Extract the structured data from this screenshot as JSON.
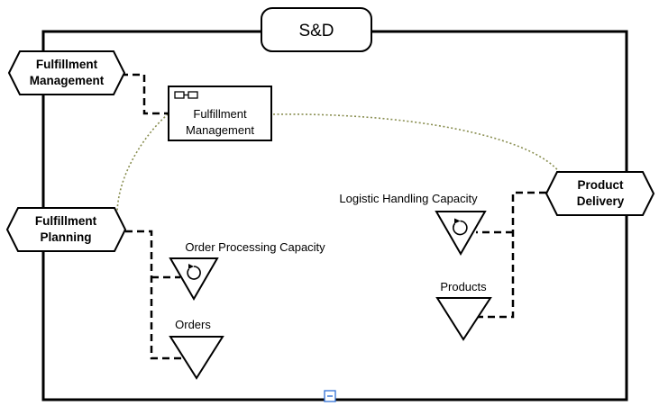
{
  "boundary": {
    "title": "S&D"
  },
  "external_nodes": {
    "fulfillment_management": {
      "line1": "Fulfillment",
      "line2": "Management"
    },
    "fulfillment_planning": {
      "line1": "Fulfillment",
      "line2": "Planning"
    },
    "product_delivery": {
      "line1": "Product",
      "line2": "Delivery"
    }
  },
  "component": {
    "line1": "Fulfillment",
    "line2": "Management"
  },
  "stores": {
    "order_processing_capacity": "Order Processing Capacity",
    "orders": "Orders",
    "logistic_handling_capacity": "Logistic Handling Capacity",
    "products": "Products"
  },
  "colors": {
    "line": "#000000",
    "dotted_line": "#8a8f52",
    "collapse_toggle": "#2f6fd6"
  },
  "icons": {
    "collapse_toggle": "minus-square-icon",
    "component": "component-icon",
    "cycle": "circular-arrow-icon"
  }
}
